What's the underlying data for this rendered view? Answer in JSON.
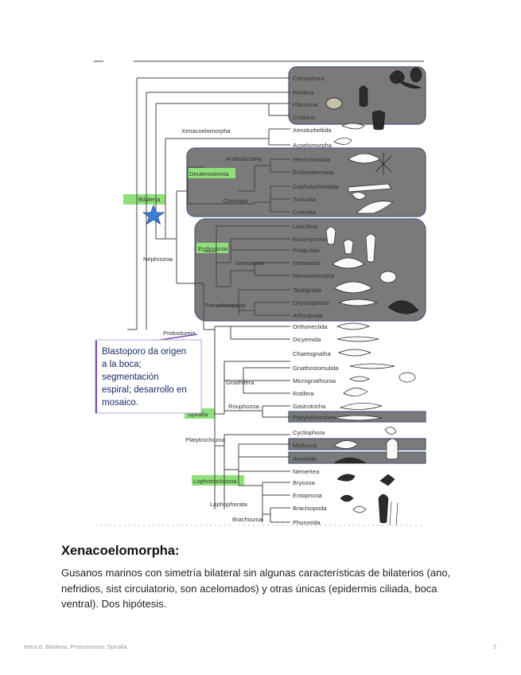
{
  "figure": {
    "taxa": [
      "Ctenophora",
      "Porifera",
      "Placozoa",
      "Cnidaria",
      "Xenoturbellida",
      "Acoelomorpha",
      "Hemichordata",
      "Echinodermata",
      "Cephalochordata",
      "Tunicata",
      "Craniata",
      "Loricifera",
      "Kinorhyncha",
      "Priapulida",
      "Nematoda",
      "Nematomorpha",
      "Tardigrada",
      "Onychophora",
      "Arthropoda",
      "Orthonectida",
      "Dicyemida",
      "Chaetognatha",
      "Gnathostomulida",
      "Micrognathozoa",
      "Rotifera",
      "Gastrotricha",
      "Platyhelminthes",
      "Cycliophora",
      "Mollusca",
      "Annelida",
      "Nemertea",
      "Bryozoa",
      "Entoprocta",
      "Brachiopoda",
      "Phoronida"
    ],
    "clades": {
      "xenacoelomorpha": "Xenacoelomorpha",
      "ambulacraria": "Ambulacraria",
      "deuterostomia": "Deuterostomia",
      "chordata": "Chordata",
      "bilateria": "Bilateria",
      "ecdysozoa": "Ecdysozoa",
      "nematoida": "Nematoida",
      "nephrozoa": "Nephrozoa",
      "panarthropoda": "Panarthropoda",
      "protostomia": "Protostomia",
      "gnathifera": "Gnathifera",
      "rouphozoa": "Rouphozoa",
      "spiralia": "Spiralia",
      "platytrochozoa": "Platytrochozoa",
      "lophotrochozoa": "Lophotrochozoa",
      "lophophorata": "Lophophorata",
      "brachiozoa": "Brachiozoa"
    },
    "callout": "Blastoporo da origen a la boca; segmentación espiral; desarrollo en mosaico."
  },
  "section": {
    "heading": "Xenacoelomorpha:",
    "body": "Gusanos marinos con simetría bilateral sin algunas características de bilaterios (ano, nefridios, sist circulatorio, son acelomados) y otras únicas (epidermis ciliada, boca ventral). Dos hipótesis."
  },
  "footer": {
    "left": "tema 6: Bilateria: Protostomos: Spiralia",
    "page": "2"
  },
  "colors": {
    "box_fill": "#7a7a7a",
    "highlight": "#8fe07a",
    "star": "#3b7fd4",
    "callout_border": "#7a4fb0",
    "callout_text": "#1a2a66"
  }
}
